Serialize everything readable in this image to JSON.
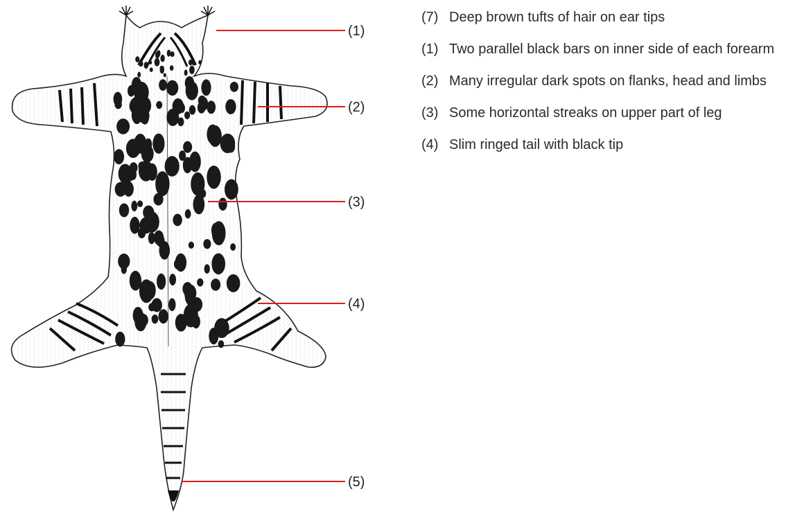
{
  "callouts": [
    {
      "num": "(1)"
    },
    {
      "num": "(2)"
    },
    {
      "num": "(3)"
    },
    {
      "num": "(4)"
    },
    {
      "num": "(5)"
    }
  ],
  "legend": [
    {
      "num": "(7)",
      "text": "Deep brown tufts of hair on ear tips"
    },
    {
      "num": "(1)",
      "text": "Two parallel black bars on inner side of each forearm"
    },
    {
      "num": "(2)",
      "text": "Many irregular dark spots on flanks, head and limbs"
    },
    {
      "num": "(3)",
      "text": "Some horizontal streaks on upper part of leg"
    },
    {
      "num": "(4)",
      "text": "Slim ringed tail with black tip"
    }
  ],
  "colors": {
    "callout_line": "#e21a1a",
    "ink": "#1a1a1a",
    "text": "#2a2a2a"
  }
}
